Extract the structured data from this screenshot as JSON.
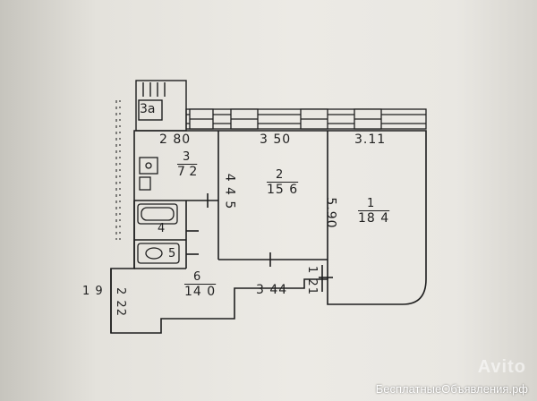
{
  "plan": {
    "stair_label": "3а",
    "dimensions": {
      "top_left": "2 80",
      "top_middle": "3 50",
      "top_right": "3.11",
      "room2_side": "4 4 5",
      "room1_side": "5.90",
      "corridor_bottom": "3 44",
      "corridor_small": "1 21",
      "entry_left": "1 9",
      "entry_side": "2 22"
    },
    "rooms": [
      {
        "number": "1",
        "area": "18 4"
      },
      {
        "number": "2",
        "area": "15 6"
      },
      {
        "number": "3",
        "area": "7 2"
      },
      {
        "number": "4",
        "area": ""
      },
      {
        "number": "5",
        "area": ""
      },
      {
        "number": "6",
        "area": "14 0"
      }
    ]
  },
  "watermark": {
    "text": "БесплатныеОбъявления.рф",
    "logo": "Avito"
  },
  "colors": {
    "paper": "#e9e7e2",
    "ink": "#2a2a2a"
  }
}
